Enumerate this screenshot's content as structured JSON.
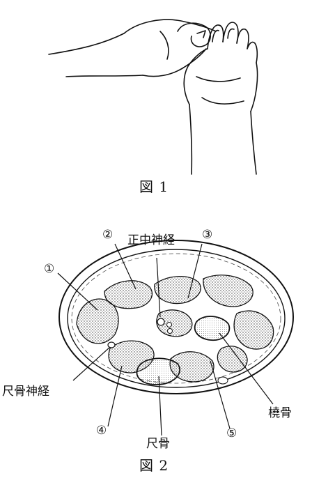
{
  "figure1": {
    "caption": "図 1"
  },
  "figure2": {
    "caption": "図 2",
    "markers": [
      "①",
      "②",
      "③",
      "④",
      "⑤"
    ],
    "labels": {
      "median_nerve": "正中神経",
      "ulnar_nerve": "尺骨神経",
      "radius": "橈骨",
      "ulna": "尺骨"
    }
  }
}
